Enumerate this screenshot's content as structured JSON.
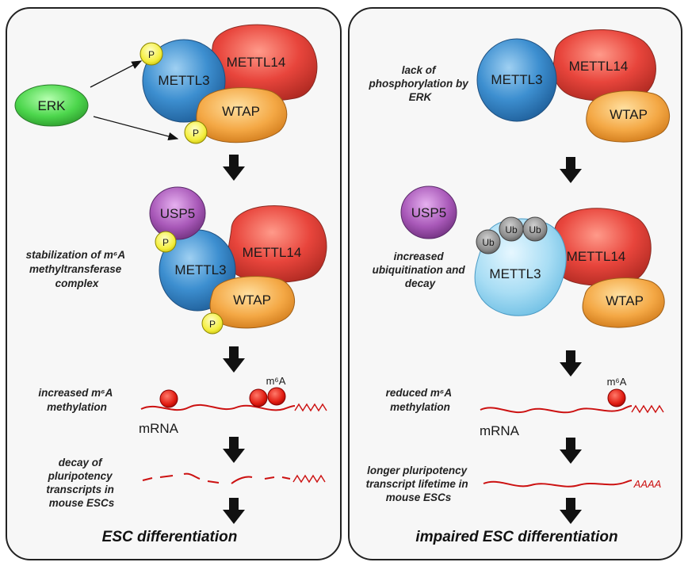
{
  "left": {
    "erk": "ERK",
    "p": "P",
    "mettl3": "METTL3",
    "mettl14": "METTL14",
    "wtap": "WTAP",
    "usp5": "USP5",
    "stabilization": [
      "stabilization of m⁶A",
      "methyltransferase",
      "complex"
    ],
    "increased_methylation": [
      "increased m⁶A",
      "methylation"
    ],
    "m6a": "m⁶A",
    "mrna": "mRNA",
    "decay": [
      "decay of",
      "pluripotency",
      "transcripts in",
      "mouse ESCs"
    ],
    "outcome": "ESC differentiation"
  },
  "right": {
    "lack": [
      "lack of",
      "phosphorylation by",
      "ERK"
    ],
    "mettl3": "METTL3",
    "mettl14": "METTL14",
    "wtap": "WTAP",
    "usp5": "USP5",
    "ub": "Ub",
    "ubiquitination": [
      "increased",
      "ubiquitination and",
      "decay"
    ],
    "reduced_methylation": [
      "reduced m⁶A",
      "methylation"
    ],
    "m6a": "m⁶A",
    "mrna": "mRNA",
    "poly_a": "AAAA",
    "longer": [
      "longer pluripotency",
      "transcript lifetime in",
      "mouse ESCs"
    ],
    "outcome": "impaired ESC differentiation"
  },
  "colors": {
    "mettl3": "#3d8fd0",
    "mettl3_decayed": "#9fd8f2",
    "mettl14": "#e8453c",
    "wtap": "#f4a845",
    "erk": "#4cd64c",
    "phospho": "#f4ee3c",
    "usp5": "#a858b8",
    "ub": "#8c8c8c",
    "rna": "#cc1111"
  }
}
